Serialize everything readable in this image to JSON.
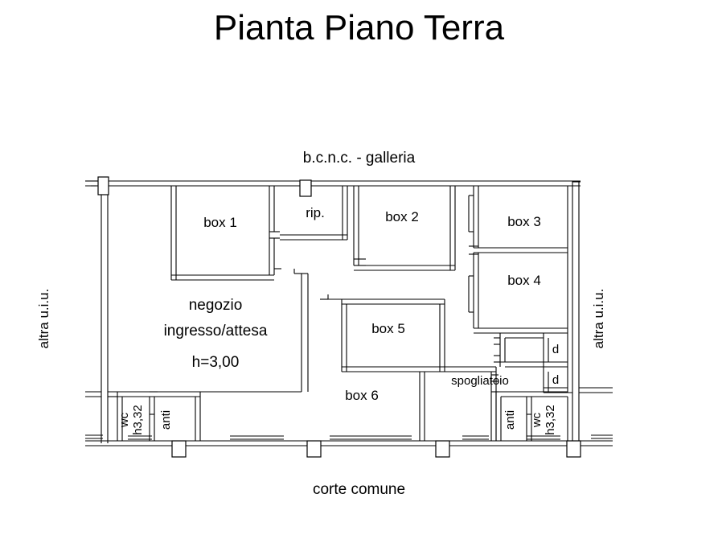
{
  "document": {
    "title": "Pianta Piano Terra",
    "type": "floor-plan"
  },
  "captions": {
    "top": "b.c.n.c. - galleria",
    "bottom": "corte comune",
    "left": "altra u.i.u.",
    "right": "altra u.i.u."
  },
  "rooms": [
    {
      "id": "box1",
      "label": "box 1"
    },
    {
      "id": "rip",
      "label": "rip."
    },
    {
      "id": "box2",
      "label": "box 2"
    },
    {
      "id": "box3",
      "label": "box 3"
    },
    {
      "id": "box4",
      "label": "box 4"
    },
    {
      "id": "negozio",
      "label": "negozio"
    },
    {
      "id": "ingresso",
      "label": "ingresso/attesa"
    },
    {
      "id": "altezza",
      "label": "h=3,00"
    },
    {
      "id": "box5",
      "label": "box 5"
    },
    {
      "id": "box6",
      "label": "box 6"
    },
    {
      "id": "spogliatoio",
      "label": "spogliatoio"
    },
    {
      "id": "d-upper",
      "label": "d"
    },
    {
      "id": "d-lower",
      "label": "d"
    },
    {
      "id": "wc-left",
      "label": "wc"
    },
    {
      "id": "h332-left",
      "label": "h3,32"
    },
    {
      "id": "anti-left",
      "label": "anti"
    },
    {
      "id": "anti-right",
      "label": "anti"
    },
    {
      "id": "wc-right",
      "label": "wc"
    },
    {
      "id": "h332-right",
      "label": "h3,32"
    }
  ],
  "colors": {
    "background": "#ffffff",
    "ink": "#000000"
  }
}
